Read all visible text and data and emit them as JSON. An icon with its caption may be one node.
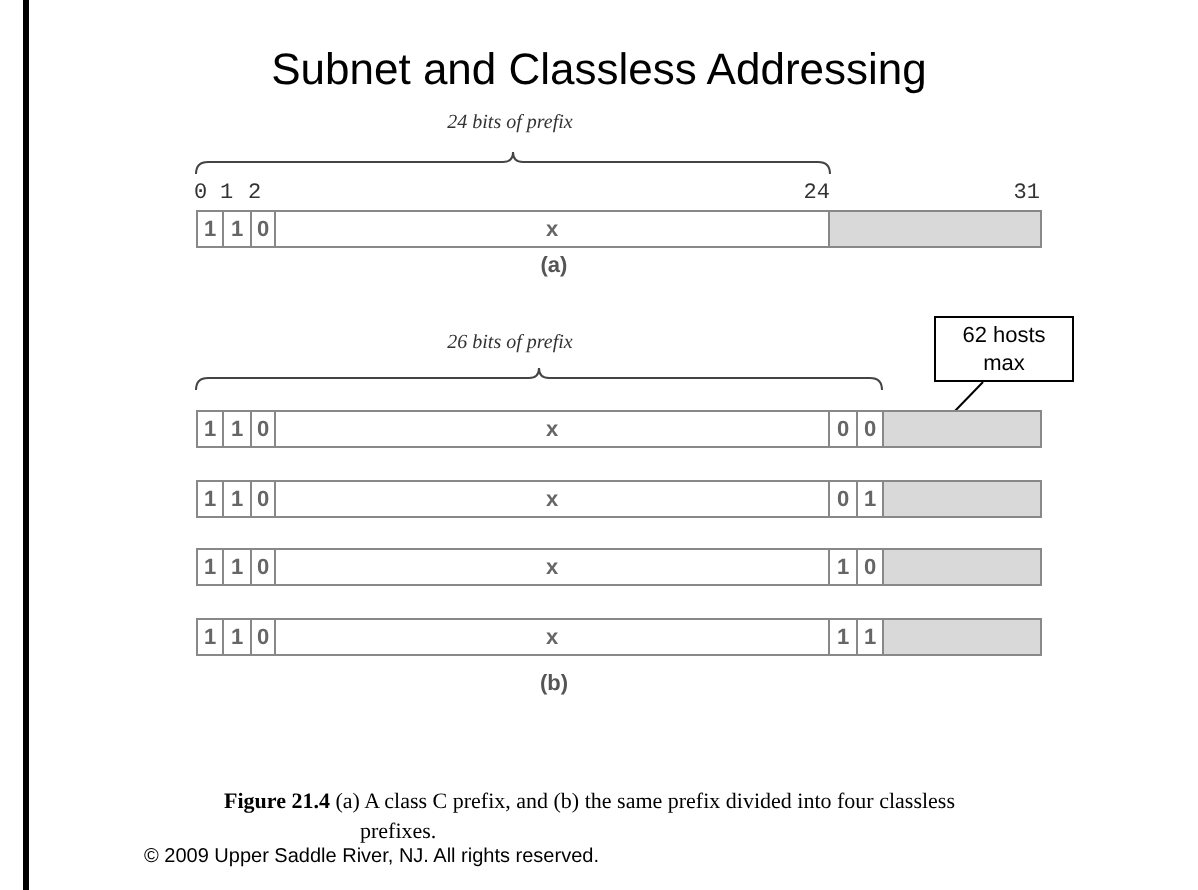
{
  "diagram": {
    "title": "Subnet and Classless Addressing",
    "caption": "**Figure 21.4** (a) A class C prefix, and (b) the same prefix divided into four classless prefixes.",
    "nodes": [
      {
        "text": [],
        "shape": "bar"
      },
      {
        "text": [
          "62 hosts max"
        ]
      },
      {
        "text": [],
        "shape": "bar"
      },
      {
        "text": [],
        "shape": "bar"
      },
      {
        "text": [],
        "shape": "bar"
      },
      {
        "text": [],
        "shape": "bar"
      }
    ],
    "edges": [
      {
        "from": 1,
        "to": 2,
        "arrow": "none"
      }
    ],
    "labels": [
      "24 bits of prefix",
      "0",
      "1",
      "2",
      "24",
      "31",
      "1",
      "1",
      "0",
      "x",
      "(a)",
      "26 bits of prefix",
      "1",
      "1",
      "0",
      "x",
      "0",
      "0",
      "1",
      "1",
      "0",
      "x",
      "0",
      "1",
      "1",
      "1",
      "0",
      "x",
      "1",
      "0",
      "1",
      "1",
      "0",
      "x",
      "1",
      "1",
      "(b)",
      "© 2009 Upper Saddle River, NJ. All rights reserved."
    ]
  }
}
